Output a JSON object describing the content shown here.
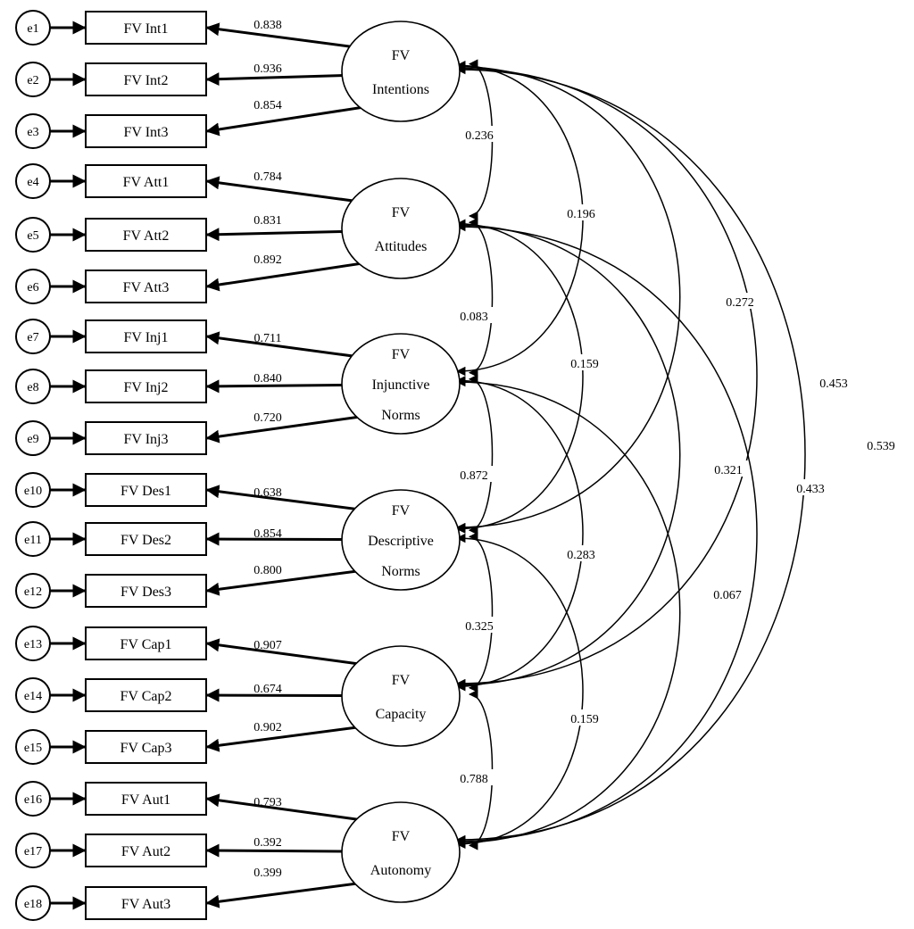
{
  "errors": [
    "e1",
    "e2",
    "e3",
    "e4",
    "e5",
    "e6",
    "e7",
    "e8",
    "e9",
    "e10",
    "e11",
    "e12",
    "e13",
    "e14",
    "e15",
    "e16",
    "e17",
    "e18"
  ],
  "indicators": [
    "FV Int1",
    "FV Int2",
    "FV Int3",
    "FV Att1",
    "FV Att2",
    "FV Att3",
    "FV Inj1",
    "FV Inj2",
    "FV Inj3",
    "FV Des1",
    "FV Des2",
    "FV Des3",
    "FV Cap1",
    "FV Cap2",
    "FV Cap3",
    "FV Aut1",
    "FV Aut2",
    "FV Aut3"
  ],
  "latents": [
    {
      "id": "intentions",
      "lines": [
        "FV",
        "Intentions"
      ]
    },
    {
      "id": "attitudes",
      "lines": [
        "FV",
        "Attitudes"
      ]
    },
    {
      "id": "injunctive-norms",
      "lines": [
        "FV",
        "Injunctive",
        "Norms"
      ]
    },
    {
      "id": "descriptive-norms",
      "lines": [
        "FV",
        "Descriptive",
        "Norms"
      ]
    },
    {
      "id": "capacity",
      "lines": [
        "FV",
        "Capacity"
      ]
    },
    {
      "id": "autonomy",
      "lines": [
        "FV",
        "Autonomy"
      ]
    }
  ],
  "loadings": [
    {
      "latent": 0,
      "indicator": 0,
      "value": "0.838"
    },
    {
      "latent": 0,
      "indicator": 1,
      "value": "0.936"
    },
    {
      "latent": 0,
      "indicator": 2,
      "value": "0.854"
    },
    {
      "latent": 1,
      "indicator": 3,
      "value": "0.784"
    },
    {
      "latent": 1,
      "indicator": 4,
      "value": "0.831"
    },
    {
      "latent": 1,
      "indicator": 5,
      "value": "0.892"
    },
    {
      "latent": 2,
      "indicator": 6,
      "value": "0.711"
    },
    {
      "latent": 2,
      "indicator": 7,
      "value": "0.840"
    },
    {
      "latent": 2,
      "indicator": 8,
      "value": "0.720"
    },
    {
      "latent": 3,
      "indicator": 9,
      "value": "0.638"
    },
    {
      "latent": 3,
      "indicator": 10,
      "value": "0.854"
    },
    {
      "latent": 3,
      "indicator": 11,
      "value": "0.800"
    },
    {
      "latent": 4,
      "indicator": 12,
      "value": "0.907"
    },
    {
      "latent": 4,
      "indicator": 13,
      "value": "0.674"
    },
    {
      "latent": 4,
      "indicator": 14,
      "value": "0.902"
    },
    {
      "latent": 5,
      "indicator": 15,
      "value": "0.793"
    },
    {
      "latent": 5,
      "indicator": 16,
      "value": "0.392"
    },
    {
      "latent": 5,
      "indicator": 17,
      "value": "0.399"
    }
  ],
  "correlations": [
    {
      "from": 0,
      "to": 1,
      "value": "0.236"
    },
    {
      "from": 1,
      "to": 2,
      "value": "0.083"
    },
    {
      "from": 2,
      "to": 3,
      "value": "0.872"
    },
    {
      "from": 3,
      "to": 4,
      "value": "0.325"
    },
    {
      "from": 4,
      "to": 5,
      "value": "0.788"
    },
    {
      "from": 0,
      "to": 2,
      "value": "0.196"
    },
    {
      "from": 1,
      "to": 3,
      "value": "0.159"
    },
    {
      "from": 2,
      "to": 4,
      "value": "0.283"
    },
    {
      "from": 3,
      "to": 5,
      "value": "0.159"
    },
    {
      "from": 0,
      "to": 3,
      "value": "0.272"
    },
    {
      "from": 1,
      "to": 4,
      "value": "0.321"
    },
    {
      "from": 2,
      "to": 5,
      "value": "0.067"
    },
    {
      "from": 0,
      "to": 4,
      "value": "0.453"
    },
    {
      "from": 1,
      "to": 5,
      "value": "0.433"
    },
    {
      "from": 0,
      "to": 5,
      "value": "0.539"
    }
  ]
}
